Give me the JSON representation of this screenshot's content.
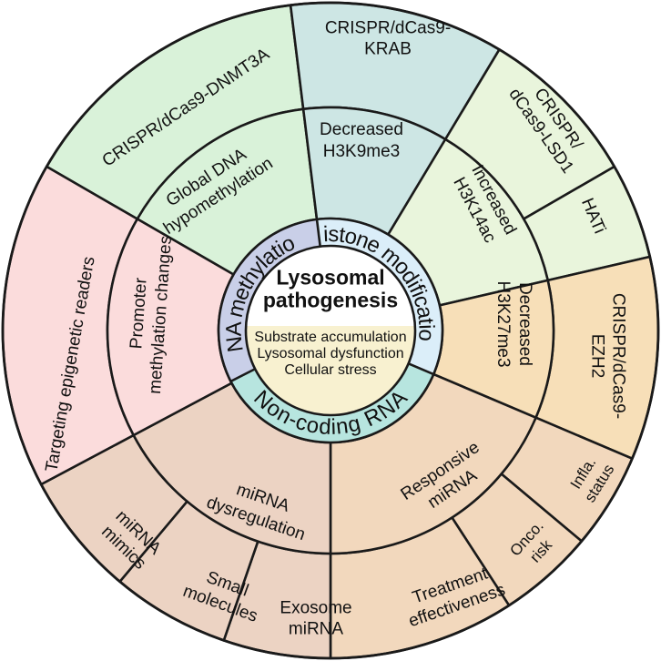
{
  "center": {
    "title_line1": "Lysosomal",
    "title_line2": "pathogenesis",
    "lines": [
      "Substrate accumulation",
      "Lysosomal dysfunction",
      "Cellular stress"
    ]
  },
  "categories": {
    "dna": "DNA methylation",
    "histone": "Histone modification",
    "ncrna": "Non-coding RNA"
  },
  "mechanisms": {
    "global_dna": [
      "Global DNA",
      "hypomethylation"
    ],
    "decreased_h3k9": [
      "Decreased",
      "H3K9me3"
    ],
    "increased_h3k14": [
      "Increased",
      "H3K14ac"
    ],
    "decreased_h3k27": [
      "Decreased",
      "H3K27me3"
    ],
    "responsive_mirna": [
      "Responsive",
      "miRNA"
    ],
    "mirna_dysreg": [
      "miRNA",
      "dysregulation"
    ],
    "promoter": [
      "Promoter",
      "methylation changes"
    ]
  },
  "interventions": {
    "dnmt3a": [
      "CRISPR/dCas9-DNMT3A"
    ],
    "krab": [
      "CRISPR/dCas9-",
      "KRAB"
    ],
    "lsd1": [
      "CRISPR/",
      "dCas9-LSD1"
    ],
    "hati": [
      "HATi"
    ],
    "ezh2": [
      "CRISPR/dCas9-",
      "EZH2"
    ],
    "infla": [
      "Infla.",
      "status"
    ],
    "onco": [
      "Onco.",
      "risk"
    ],
    "treatment": [
      "Treatment",
      "effectiveness"
    ],
    "exosome": [
      "Exosome",
      "miRNA"
    ],
    "small_mol": [
      "Small",
      "molecules"
    ],
    "mimics": [
      "miRNA",
      "mimics"
    ],
    "readers": [
      "Targeting epigenetic readers"
    ]
  },
  "colors": {
    "dna_ring": "#c9cfe8",
    "histone_ring": "#dbeef9",
    "ncrna_ring": "#b7e5df",
    "center_top": "#ffffff",
    "center_bottom": "#f8f1d0",
    "dna_green": "#d9f2d9",
    "teal": "#cde6e4",
    "light_green": "#e9f5dc",
    "orange": "#f7dfb8",
    "ncrna_orange": "#f2d8bd",
    "brown": "#ecd3c3",
    "pink": "#fbdcdc",
    "stroke": "#1a1a1a"
  }
}
